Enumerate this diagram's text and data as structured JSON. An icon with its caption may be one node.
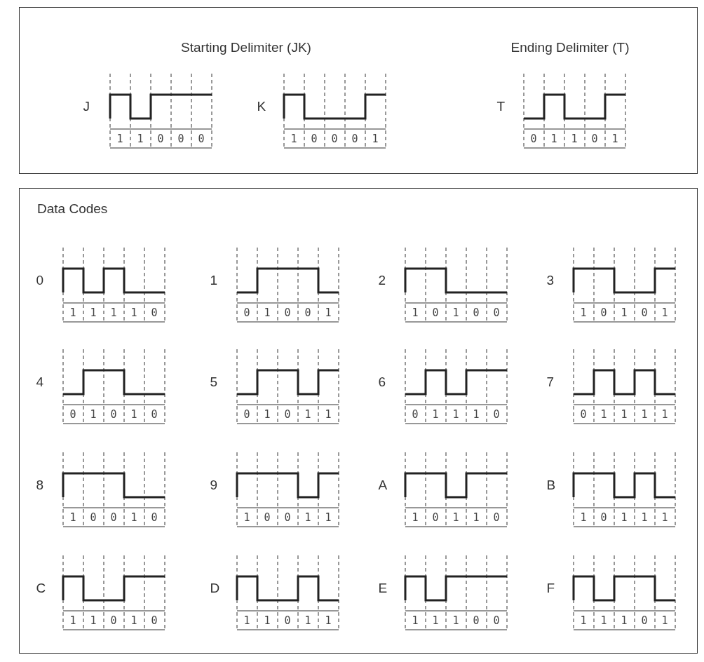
{
  "diagram": {
    "nodes": [
      {
        "text": [
          "Starting Delimiter (JK)",
          "Ending Delimiter (T)"
        ]
      },
      {
        "text": [
          "J",
          "1",
          "1",
          "0",
          "0",
          "0"
        ],
        "in": 0
      },
      {
        "text": [
          "K",
          "1",
          "0",
          "0",
          "0",
          "1"
        ],
        "in": 0
      },
      {
        "text": [
          "T",
          "0",
          "1",
          "1",
          "0",
          "1"
        ],
        "in": 0
      },
      {
        "text": [
          "Data Codes"
        ]
      },
      {
        "text": [
          "0",
          "1",
          "1",
          "1",
          "1",
          "0"
        ],
        "in": 4
      },
      {
        "text": [
          "1",
          "0",
          "1",
          "0",
          "0",
          "1"
        ],
        "in": 4
      },
      {
        "text": [
          "2",
          "1",
          "0",
          "1",
          "0",
          "0"
        ],
        "in": 4
      },
      {
        "text": [
          "3",
          "1",
          "0",
          "1",
          "0",
          "1"
        ],
        "in": 4
      },
      {
        "text": [
          "4",
          "0",
          "1",
          "0",
          "1",
          "0"
        ],
        "in": 4
      },
      {
        "text": [
          "5",
          "0",
          "1",
          "0",
          "1",
          "1"
        ],
        "in": 4
      },
      {
        "text": [
          "6",
          "0",
          "1",
          "1",
          "1",
          "0"
        ],
        "in": 4
      },
      {
        "text": [
          "7",
          "0",
          "1",
          "1",
          "1",
          "1"
        ],
        "in": 4
      },
      {
        "text": [
          "8",
          "1",
          "0",
          "0",
          "1",
          "0"
        ],
        "in": 4
      },
      {
        "text": [
          "9",
          "1",
          "0",
          "0",
          "1",
          "1"
        ],
        "in": 4
      },
      {
        "text": [
          "A",
          "1",
          "0",
          "1",
          "1",
          "0"
        ],
        "in": 4
      },
      {
        "text": [
          "B",
          "1",
          "0",
          "1",
          "1",
          "1"
        ],
        "in": 4
      },
      {
        "text": [
          "C",
          "1",
          "1",
          "0",
          "1",
          "0"
        ],
        "in": 4
      },
      {
        "text": [
          "D",
          "1",
          "1",
          "0",
          "1",
          "1"
        ],
        "in": 4
      },
      {
        "text": [
          "E",
          "1",
          "1",
          "1",
          "0",
          "0"
        ],
        "in": 4
      },
      {
        "text": [
          "F",
          "1",
          "1",
          "1",
          "0",
          "1"
        ],
        "in": 4
      }
    ],
    "edges": []
  }
}
